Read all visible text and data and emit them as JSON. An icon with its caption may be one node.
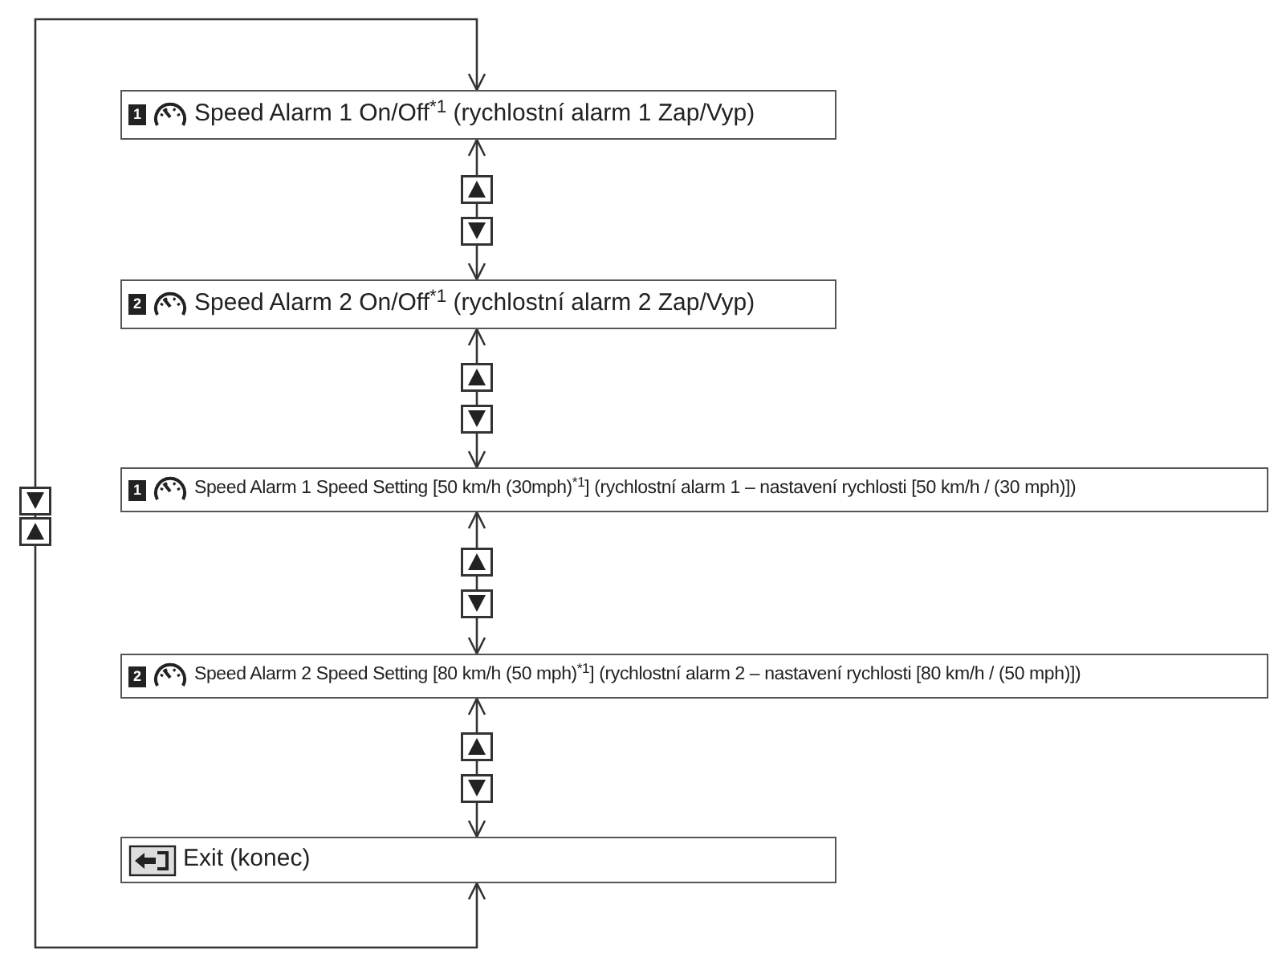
{
  "diagram": {
    "nodes": [
      {
        "text": [
          "1",
          "Speed Alarm 1 On/Off$^{*1}$ (rychlostní alarm 1 Zap/Vyp)"
        ]
      },
      {
        "text": [
          "2",
          "Speed Alarm 2 On/Off$^{*1}$ (rychlostní alarm 2 Zap/Vyp)"
        ]
      },
      {
        "text": [
          "1",
          "Speed Alarm 1 Speed Setting [50 km/h (30mph)$^{*1}$] (rychlostní alarm 1 – nastavení rychlosti [50 km/h / (30 mph)])"
        ]
      },
      {
        "text": [
          "2",
          "Speed Alarm 2 Speed Setting [80 km/h (50 mph)$^{*1}$] (rychlostní alarm 2 – nastavení rychlosti [80 km/h / (50 mph)])"
        ]
      },
      {
        "text": [
          "Exit (konec)"
        ]
      }
    ],
    "edges": [
      {
        "from": 0,
        "to": 1,
        "arrow": "both"
      },
      {
        "from": 1,
        "to": 2,
        "arrow": "both"
      },
      {
        "from": 2,
        "to": 3,
        "arrow": "both"
      },
      {
        "from": 3,
        "to": 4,
        "arrow": "both"
      },
      {
        "from": 4,
        "to": 0,
        "arrow": "both"
      }
    ]
  }
}
